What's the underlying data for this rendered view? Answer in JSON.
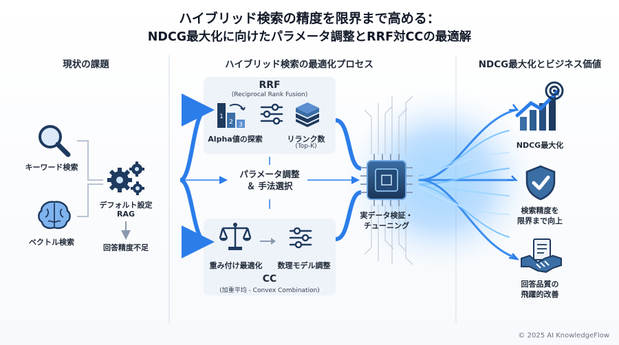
{
  "title": {
    "line1": "ハイブリッド検索の精度を限界まで高める：",
    "line2": "NDCG最大化に向けたパラメータ調整とRRF対CCの最適解"
  },
  "columns": {
    "left": "現状の課題",
    "center": "ハイブリッド検索の最適化プロセス",
    "right": "NDCG最大化とビジネス価値"
  },
  "left": {
    "keyword": "キーワード検索",
    "vector": "ベクトル検索",
    "default_line1": "デフォルト設定",
    "default_line2": "RAG",
    "low_accuracy": "回答精度不足"
  },
  "rrf": {
    "name": "RRF",
    "full": "(Reciprocal Rank Fusion)",
    "alpha": "Alpha値の探索",
    "rerank": "リランク数",
    "topk": "(Top-K)"
  },
  "center": {
    "param_line1": "パラメータ調整",
    "param_line2": "＆ 手法選択"
  },
  "cc": {
    "weight": "重み付け最適化",
    "math": "数理モデル調整",
    "name": "CC",
    "full": "(加重平均 - Convex Combination)"
  },
  "chip": {
    "line1": "実データ検証・",
    "line2": "チューニング"
  },
  "right": {
    "ndcg": "NDCG最大化",
    "acc_line1": "検索精度を",
    "acc_line2": "限界まで向上",
    "qual_line1": "回答品質の",
    "qual_line2": "飛躍的改善"
  },
  "footer": "© 2025 AI KnowledgeFlow",
  "colors": {
    "accent": "#2b7de9",
    "navy": "#1e3a5f",
    "panel": "#eef3fa",
    "glow": "#7cc4ff"
  },
  "icons": [
    "magnifier-icon",
    "brain-icon",
    "gears-icon",
    "bar-sort-icon",
    "sliders-icon",
    "stack-icon",
    "scale-icon",
    "chip-icon",
    "growth-chart-icon",
    "shield-check-icon",
    "handshake-icon"
  ]
}
